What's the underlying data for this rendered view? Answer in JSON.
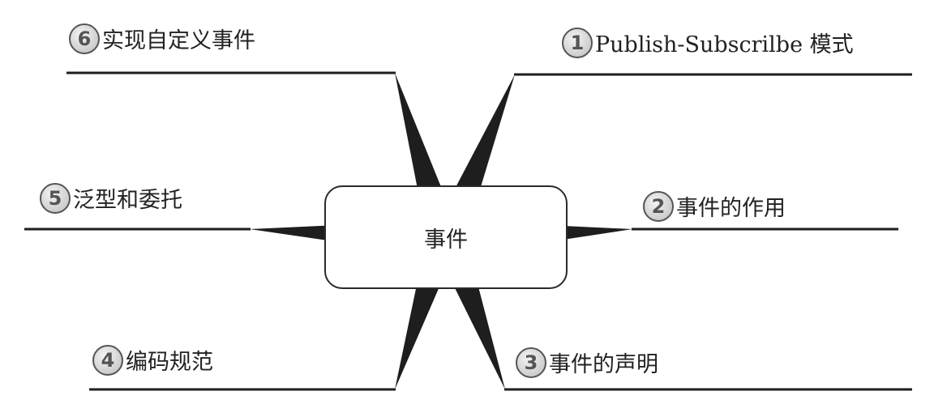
{
  "center": {
    "label": "事件"
  },
  "branches": [
    {
      "number": "1",
      "label": "Publish-Subscrilbe 模式"
    },
    {
      "number": "2",
      "label": "事件的作用"
    },
    {
      "number": "3",
      "label": "事件的声明"
    },
    {
      "number": "4",
      "label": "编码规范"
    },
    {
      "number": "5",
      "label": "泛型和委托"
    },
    {
      "number": "6",
      "label": "实现自定义事件"
    }
  ]
}
